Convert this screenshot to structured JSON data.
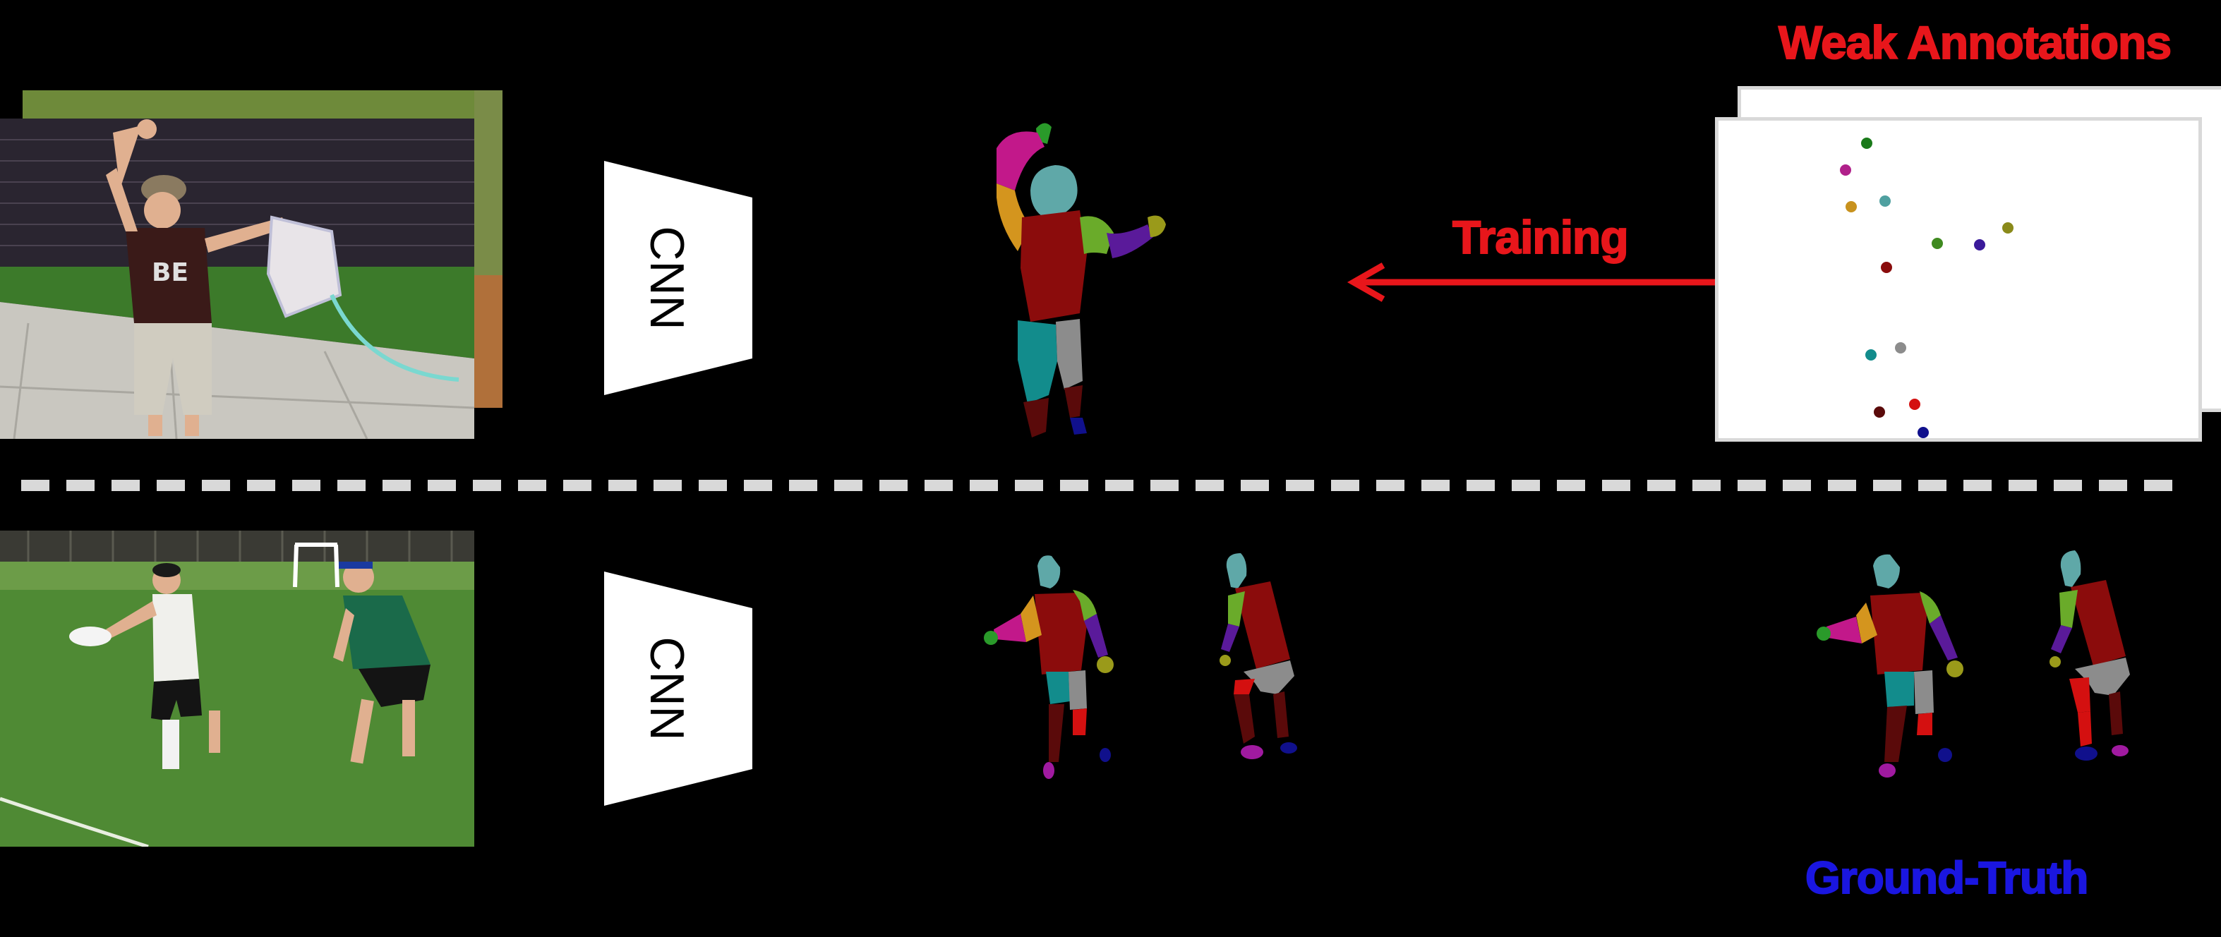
{
  "labels": {
    "weak_annotations": "Weak Annotations",
    "training": "Training",
    "ground_truth": "Ground-Truth",
    "cnn_top": "CNN",
    "cnn_bottom": "CNN"
  },
  "colors": {
    "background": "#000000",
    "training_arrow": "#e8161b",
    "weak_annotations_text": "#e8161b",
    "ground_truth_text": "#1a16e0",
    "divider": "#d9d9d9",
    "part_head": "#5fa8a8",
    "part_torso": "#8b0c0c",
    "part_upper_arm_right": "#d4951e",
    "part_upper_arm_left": "#6aab2a",
    "part_lower_arm_right": "#c2188a",
    "part_lower_arm_left": "#5a1a9a",
    "part_hand_right": "#2a9a2a",
    "part_hand_left": "#9a9a1a",
    "part_upper_leg_right": "#128c8c",
    "part_upper_leg_left": "#8c8c8c",
    "part_lower_leg_right": "#5a0a0a",
    "part_lower_leg_left": "#d41010",
    "part_foot_right": "#a01aa0",
    "part_foot_left": "#10108c"
  },
  "keypoints": [
    {
      "part": "head_top",
      "color": "#1a7a1a"
    },
    {
      "part": "head",
      "color": "#b0208a"
    },
    {
      "part": "neck",
      "color": "#4fa0a0"
    },
    {
      "part": "shoulder",
      "color": "#c8921e"
    },
    {
      "part": "elbow",
      "color": "#3f8a20"
    },
    {
      "part": "wrist",
      "color": "#3a1a9a"
    },
    {
      "part": "hand",
      "color": "#8a8a1a"
    },
    {
      "part": "hip",
      "color": "#8a0c0c"
    },
    {
      "part": "knee",
      "color": "#128c8c"
    },
    {
      "part": "knee2",
      "color": "#8c8c8c"
    },
    {
      "part": "ankle",
      "color": "#5a0a0a"
    },
    {
      "part": "ankle2",
      "color": "#d41010"
    },
    {
      "part": "foot",
      "color": "#10108c"
    }
  ]
}
